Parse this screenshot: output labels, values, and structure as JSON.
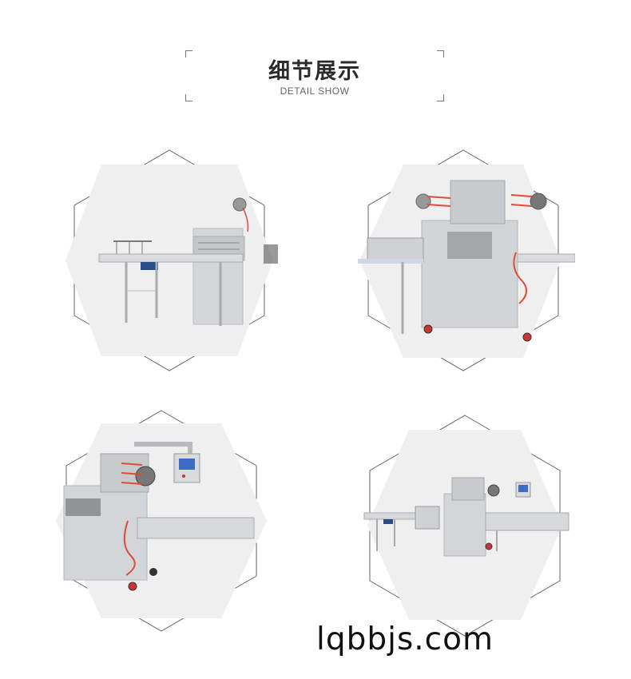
{
  "header": {
    "title": "细节展示",
    "subtitle": "DETAIL SHOW"
  },
  "gallery": {
    "items": [
      {
        "name": "detail-photo-infeed-conveyor"
      },
      {
        "name": "detail-photo-machine-side"
      },
      {
        "name": "detail-photo-machine-front"
      },
      {
        "name": "detail-photo-full-line"
      }
    ]
  },
  "watermark": "lqbbjs.com",
  "colors": {
    "tile_bg": "#efefef",
    "outline": "#666666",
    "steel": "#cfd2d5",
    "red_accent": "#e04b3c",
    "blue_accent": "#2a4a8a"
  }
}
